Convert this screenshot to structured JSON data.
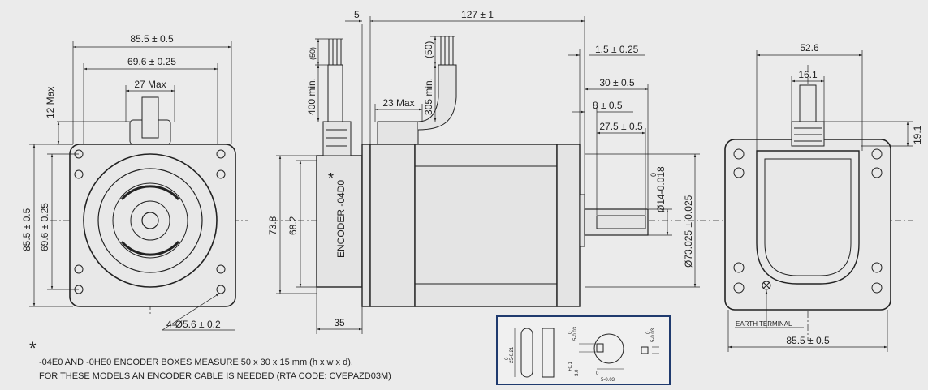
{
  "front_view": {
    "dim_width_outer": "85.5 ± 0.5",
    "dim_width_holes": "69.6 ± 0.25",
    "dim_boss": "27 Max",
    "dim_cable_height": "12 Max",
    "dim_height_outer": "85.5 ± 0.5",
    "dim_height_holes": "69.6 ± 0.25",
    "dim_holes": "4-Ø5.6 ± 0.2"
  },
  "side_view": {
    "dim_flange": "5",
    "dim_length": "127 ± 1",
    "dim_shaft_step": "1.5 ± 0.25",
    "dim_shaft_len": "30 ± 0.5",
    "dim_key_offset": "8 ± 0.5",
    "dim_key_len": "27.5 ± 0.5",
    "dim_shaft_dia_tol": "0",
    "dim_shaft_dia": "Ø14-0.018",
    "dim_pilot_dia": "Ø73.025 ± 0.025",
    "dim_encoder_h": "73.8",
    "dim_encoder_inner": "68.2",
    "dim_encoder_len": "35",
    "dim_encoder_cable": "400 min.",
    "dim_encoder_cable_strip": "(50)",
    "dim_motor_cable": "305 min.",
    "dim_motor_cable_strip": "(50)",
    "dim_connector": "23 Max",
    "encoder_label": "ENCODER -04D0",
    "asterisk": "*"
  },
  "rear_view": {
    "dim_top": "52.6",
    "dim_gland": "16.1",
    "dim_gland_h": "19.1",
    "dim_width": "85.5 ± 0.5",
    "earth_label": "EARTH TERMINAL"
  },
  "key_detail": {
    "dim_a_tol": "0",
    "dim_a": "25-0.21",
    "dim_b_tol": "0",
    "dim_b": "5-0.03",
    "dim_c_tol": "+0.1",
    "dim_c": "3.0",
    "dim_d_tol": "0",
    "dim_d": "5-0.03",
    "dim_e_tol": "0",
    "dim_e": "5-0.03"
  },
  "footnote": {
    "star": "*",
    "line1": "-04E0 AND -0HE0 ENCODER BOXES MEASURE 50 x 30 x 15 mm (h x w x d).",
    "line2": "FOR THESE MODELS AN ENCODER CABLE IS NEEDED (RTA CODE: CVEPAZD03M)"
  }
}
